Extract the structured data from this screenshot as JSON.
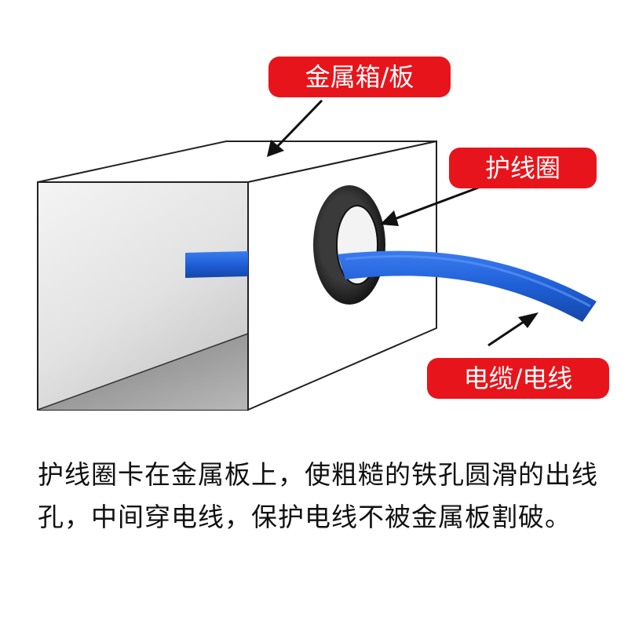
{
  "labels": {
    "box": "金属箱/板",
    "grommet": "护线圈",
    "cable": "电缆/电线"
  },
  "caption": "护线圈卡在金属板上，使粗糙的铁孔圆滑的出线孔，中间穿电线，保护电线不被金属板割破。",
  "colors": {
    "label_bg": "#e8141b",
    "label_text": "#ffffff",
    "cable": "#1f5fd6",
    "grommet": "#1a1a1a",
    "box_edge": "#222222"
  }
}
